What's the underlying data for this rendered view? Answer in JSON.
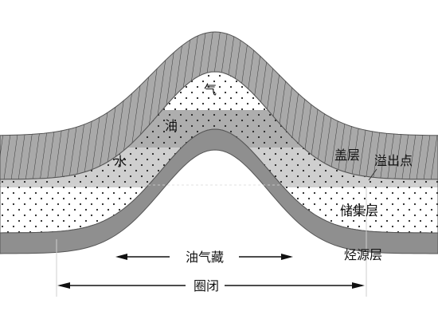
{
  "labels": {
    "gas": "气",
    "oil": "油",
    "water": "水",
    "cap_layer": "盖层",
    "spill_point": "溢出点",
    "reservoir_layer": "储集层",
    "source_layer": "烃源层",
    "oil_gas_reservoir": "油气藏",
    "trap": "圈闭"
  },
  "colors": {
    "cap_fill": "#a9a9a9",
    "source_fill": "#8f8f8f",
    "oil_band": "#aeaeae",
    "water_band": "#cfcfcf",
    "reservoir_fill": "#ffffff",
    "outline": "#555555"
  }
}
